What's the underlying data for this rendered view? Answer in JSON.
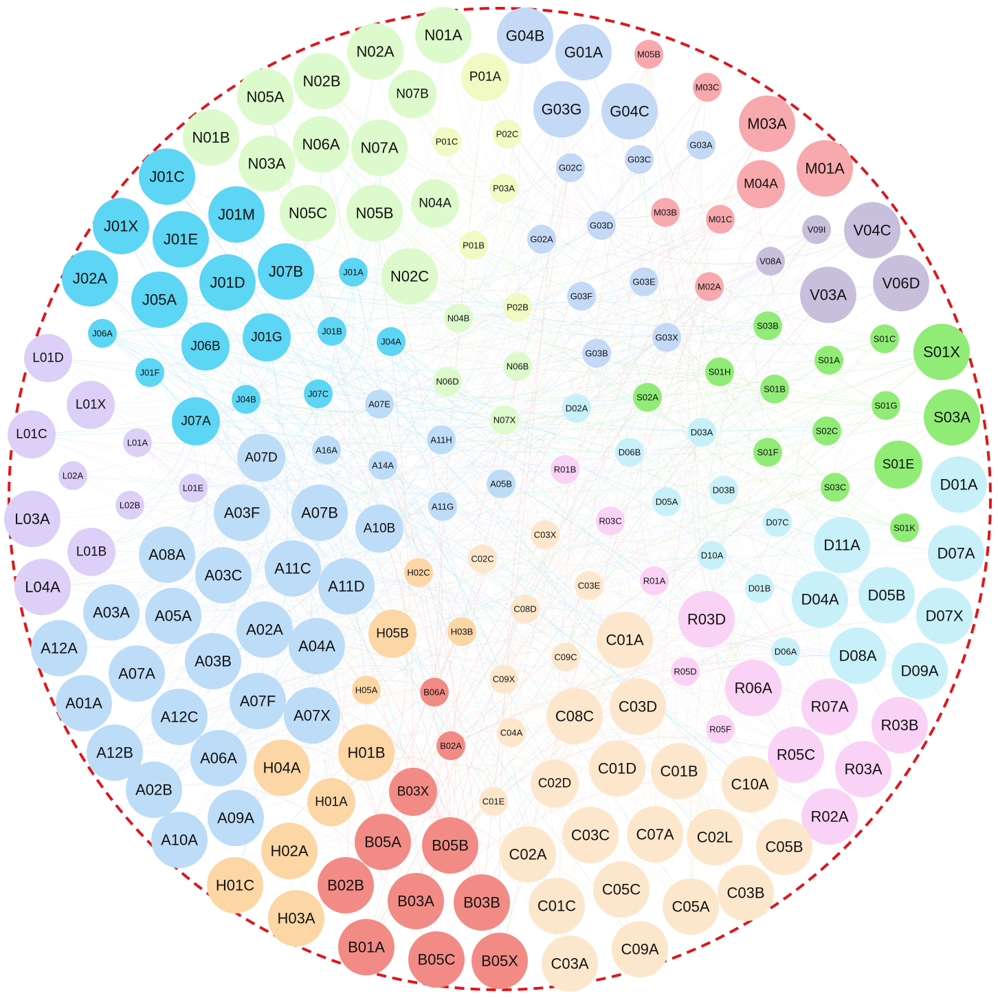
{
  "colors": {
    "J": "#5dd5f4",
    "N": "#dcfacb",
    "P": "#f0fac2",
    "G": "#c3d9f6",
    "M": "#f7a9ad",
    "V": "#c8bfdc",
    "S": "#90ec76",
    "D": "#c8f0f9",
    "L": "#dcd0f8",
    "A": "#bddcf7",
    "H": "#fdd6a6",
    "B": "#f28b85",
    "C": "#fde7cc",
    "R": "#fad2f6",
    "boundary": "#e0151b"
  },
  "nodes": [
    {
      "id": "N01A",
      "g": "N",
      "s": 3
    },
    {
      "id": "G04B",
      "g": "G",
      "s": 3
    },
    {
      "id": "N02A",
      "g": "N",
      "s": 3
    },
    {
      "id": "G01A",
      "g": "G",
      "s": 3
    },
    {
      "id": "M05B",
      "g": "M",
      "s": 1
    },
    {
      "id": "P01A",
      "g": "P",
      "s": 2
    },
    {
      "id": "N02B",
      "g": "N",
      "s": 3
    },
    {
      "id": "N05A",
      "g": "N",
      "s": 3
    },
    {
      "id": "N07B",
      "g": "N",
      "s": 2
    },
    {
      "id": "M03C",
      "g": "M",
      "s": 1
    },
    {
      "id": "G03G",
      "g": "G",
      "s": 3
    },
    {
      "id": "G04C",
      "g": "G",
      "s": 3
    },
    {
      "id": "M03A",
      "g": "M",
      "s": 3
    },
    {
      "id": "N01B",
      "g": "N",
      "s": 3
    },
    {
      "id": "N06A",
      "g": "N",
      "s": 3
    },
    {
      "id": "N07A",
      "g": "N",
      "s": 3
    },
    {
      "id": "P01C",
      "g": "P",
      "s": 1
    },
    {
      "id": "P02C",
      "g": "P",
      "s": 1
    },
    {
      "id": "G03A",
      "g": "G",
      "s": 1
    },
    {
      "id": "N03A",
      "g": "N",
      "s": 3
    },
    {
      "id": "J01C",
      "g": "J",
      "s": 3
    },
    {
      "id": "G02C",
      "g": "G",
      "s": 1
    },
    {
      "id": "G03C",
      "g": "G",
      "s": 1
    },
    {
      "id": "M01A",
      "g": "M",
      "s": 3
    },
    {
      "id": "M04A",
      "g": "M",
      "s": 2
    },
    {
      "id": "P03A",
      "g": "P",
      "s": 1
    },
    {
      "id": "N04A",
      "g": "N",
      "s": 2
    },
    {
      "id": "J01X",
      "g": "J",
      "s": 3
    },
    {
      "id": "J01M",
      "g": "J",
      "s": 3
    },
    {
      "id": "N05C",
      "g": "N",
      "s": 3
    },
    {
      "id": "N05B",
      "g": "N",
      "s": 3
    },
    {
      "id": "M03B",
      "g": "M",
      "s": 1
    },
    {
      "id": "M01C",
      "g": "M",
      "s": 1
    },
    {
      "id": "G03D",
      "g": "G",
      "s": 1
    },
    {
      "id": "V09I",
      "g": "V",
      "s": 1
    },
    {
      "id": "V04C",
      "g": "V",
      "s": 3
    },
    {
      "id": "J01E",
      "g": "J",
      "s": 3
    },
    {
      "id": "G02A",
      "g": "G",
      "s": 1
    },
    {
      "id": "P01B",
      "g": "P",
      "s": 1
    },
    {
      "id": "V08A",
      "g": "V",
      "s": 1
    },
    {
      "id": "J02A",
      "g": "J",
      "s": 3
    },
    {
      "id": "J07B",
      "g": "J",
      "s": 3
    },
    {
      "id": "J01A",
      "g": "J",
      "s": 1
    },
    {
      "id": "N02C",
      "g": "N",
      "s": 3
    },
    {
      "id": "J01D",
      "g": "J",
      "s": 3
    },
    {
      "id": "V03A",
      "g": "V",
      "s": 3
    },
    {
      "id": "V06D",
      "g": "V",
      "s": 3
    },
    {
      "id": "J05A",
      "g": "J",
      "s": 3
    },
    {
      "id": "G03E",
      "g": "G",
      "s": 1
    },
    {
      "id": "M02A",
      "g": "M",
      "s": 1
    },
    {
      "id": "G03F",
      "g": "G",
      "s": 1
    },
    {
      "id": "P02B",
      "g": "P",
      "s": 1
    },
    {
      "id": "N04B",
      "g": "N",
      "s": 1
    },
    {
      "id": "S03B",
      "g": "S",
      "s": 1
    },
    {
      "id": "J06A",
      "g": "J",
      "s": 1
    },
    {
      "id": "J01B",
      "g": "J",
      "s": 1
    },
    {
      "id": "J01G",
      "g": "J",
      "s": 2
    },
    {
      "id": "J06B",
      "g": "J",
      "s": 2
    },
    {
      "id": "J04A",
      "g": "J",
      "s": 1
    },
    {
      "id": "G03X",
      "g": "G",
      "s": 1
    },
    {
      "id": "S01C",
      "g": "S",
      "s": 1
    },
    {
      "id": "S01X",
      "g": "S",
      "s": 3
    },
    {
      "id": "L01D",
      "g": "L",
      "s": 2
    },
    {
      "id": "J01F",
      "g": "J",
      "s": 1
    },
    {
      "id": "G03B",
      "g": "G",
      "s": 1
    },
    {
      "id": "N06B",
      "g": "N",
      "s": 1
    },
    {
      "id": "S01A",
      "g": "S",
      "s": 1
    },
    {
      "id": "S01H",
      "g": "S",
      "s": 1
    },
    {
      "id": "S01B",
      "g": "S",
      "s": 1
    },
    {
      "id": "N06D",
      "g": "N",
      "s": 1
    },
    {
      "id": "J07C",
      "g": "J",
      "s": 1
    },
    {
      "id": "J04B",
      "g": "J",
      "s": 1
    },
    {
      "id": "A07E",
      "g": "A",
      "s": 1
    },
    {
      "id": "S02A",
      "g": "S",
      "s": 1
    },
    {
      "id": "D02A",
      "g": "D",
      "s": 1
    },
    {
      "id": "L01X",
      "g": "L",
      "s": 2
    },
    {
      "id": "S01G",
      "g": "S",
      "s": 1
    },
    {
      "id": "S03A",
      "g": "S",
      "s": 3
    },
    {
      "id": "J07A",
      "g": "J",
      "s": 2
    },
    {
      "id": "L01C",
      "g": "L",
      "s": 2
    },
    {
      "id": "N07X",
      "g": "N",
      "s": 1
    },
    {
      "id": "D03A",
      "g": "D",
      "s": 1
    },
    {
      "id": "S02C",
      "g": "S",
      "s": 1
    },
    {
      "id": "L01A",
      "g": "L",
      "s": 1
    },
    {
      "id": "A11H",
      "g": "A",
      "s": 1
    },
    {
      "id": "A16A",
      "g": "A",
      "s": 1
    },
    {
      "id": "A07D",
      "g": "A",
      "s": 2
    },
    {
      "id": "D06B",
      "g": "D",
      "s": 1
    },
    {
      "id": "S01F",
      "g": "S",
      "s": 1
    },
    {
      "id": "S01E",
      "g": "S",
      "s": 2
    },
    {
      "id": "A14A",
      "g": "A",
      "s": 1
    },
    {
      "id": "R01B",
      "g": "R",
      "s": 1
    },
    {
      "id": "D01A",
      "g": "D",
      "s": 3
    },
    {
      "id": "L02A",
      "g": "L",
      "s": 1
    },
    {
      "id": "L01E",
      "g": "L",
      "s": 1
    },
    {
      "id": "A05B",
      "g": "A",
      "s": 1
    },
    {
      "id": "D05A",
      "g": "D",
      "s": 1
    },
    {
      "id": "D03B",
      "g": "D",
      "s": 1
    },
    {
      "id": "S03C",
      "g": "S",
      "s": 1
    },
    {
      "id": "L02B",
      "g": "L",
      "s": 1
    },
    {
      "id": "A03F",
      "g": "A",
      "s": 3
    },
    {
      "id": "A07B",
      "g": "A",
      "s": 3
    },
    {
      "id": "A11G",
      "g": "A",
      "s": 1
    },
    {
      "id": "L03A",
      "g": "L",
      "s": 3
    },
    {
      "id": "R03C",
      "g": "R",
      "s": 1
    },
    {
      "id": "D07C",
      "g": "D",
      "s": 1
    },
    {
      "id": "A10B",
      "g": "A",
      "s": 2
    },
    {
      "id": "C03X",
      "g": "C",
      "s": 1
    },
    {
      "id": "S01K",
      "g": "S",
      "s": 1
    },
    {
      "id": "D11A",
      "g": "D",
      "s": 3
    },
    {
      "id": "D07A",
      "g": "D",
      "s": 3
    },
    {
      "id": "L01B",
      "g": "L",
      "s": 2
    },
    {
      "id": "A08A",
      "g": "A",
      "s": 3
    },
    {
      "id": "D10A",
      "g": "D",
      "s": 1
    },
    {
      "id": "C02C",
      "g": "C",
      "s": 1
    },
    {
      "id": "A03C",
      "g": "A",
      "s": 3
    },
    {
      "id": "A11C",
      "g": "A",
      "s": 3
    },
    {
      "id": "H02C",
      "g": "H",
      "s": 1
    },
    {
      "id": "R01A",
      "g": "R",
      "s": 1
    },
    {
      "id": "C03E",
      "g": "C",
      "s": 1
    },
    {
      "id": "L04A",
      "g": "L",
      "s": 3
    },
    {
      "id": "A11D",
      "g": "A",
      "s": 3
    },
    {
      "id": "D01B",
      "g": "D",
      "s": 1
    },
    {
      "id": "D04A",
      "g": "D",
      "s": 3
    },
    {
      "id": "D05B",
      "g": "D",
      "s": 3
    },
    {
      "id": "C08D",
      "g": "C",
      "s": 1
    },
    {
      "id": "A03A",
      "g": "A",
      "s": 3
    },
    {
      "id": "D07X",
      "g": "D",
      "s": 3
    },
    {
      "id": "A05A",
      "g": "A",
      "s": 3
    },
    {
      "id": "H05B",
      "g": "H",
      "s": 2
    },
    {
      "id": "H03B",
      "g": "H",
      "s": 1
    },
    {
      "id": "R03D",
      "g": "R",
      "s": 3
    },
    {
      "id": "A02A",
      "g": "A",
      "s": 3
    },
    {
      "id": "C01A",
      "g": "C",
      "s": 3
    },
    {
      "id": "A12A",
      "g": "A",
      "s": 3
    },
    {
      "id": "A04A",
      "g": "A",
      "s": 3
    },
    {
      "id": "D06A",
      "g": "D",
      "s": 1
    },
    {
      "id": "D08A",
      "g": "D",
      "s": 3
    },
    {
      "id": "A03B",
      "g": "A",
      "s": 3
    },
    {
      "id": "C09C",
      "g": "C",
      "s": 1
    },
    {
      "id": "A07A",
      "g": "A",
      "s": 3
    },
    {
      "id": "R05D",
      "g": "R",
      "s": 1
    },
    {
      "id": "D09A",
      "g": "D",
      "s": 3
    },
    {
      "id": "C09X",
      "g": "C",
      "s": 1
    },
    {
      "id": "H05A",
      "g": "H",
      "s": 1
    },
    {
      "id": "B06A",
      "g": "B",
      "s": 1
    },
    {
      "id": "R06A",
      "g": "R",
      "s": 3
    },
    {
      "id": "A01A",
      "g": "A",
      "s": 3
    },
    {
      "id": "A07F",
      "g": "A",
      "s": 3
    },
    {
      "id": "C03D",
      "g": "C",
      "s": 3
    },
    {
      "id": "R07A",
      "g": "R",
      "s": 3
    },
    {
      "id": "A12C",
      "g": "A",
      "s": 3
    },
    {
      "id": "A07X",
      "g": "A",
      "s": 3
    },
    {
      "id": "C08C",
      "g": "C",
      "s": 3
    },
    {
      "id": "R03B",
      "g": "R",
      "s": 3
    },
    {
      "id": "R05F",
      "g": "R",
      "s": 1
    },
    {
      "id": "C04A",
      "g": "C",
      "s": 1
    },
    {
      "id": "H01B",
      "g": "H",
      "s": 3
    },
    {
      "id": "B02A",
      "g": "B",
      "s": 1
    },
    {
      "id": "A12B",
      "g": "A",
      "s": 3
    },
    {
      "id": "R05C",
      "g": "R",
      "s": 3
    },
    {
      "id": "A06A",
      "g": "A",
      "s": 3
    },
    {
      "id": "H04A",
      "g": "H",
      "s": 3
    },
    {
      "id": "R03A",
      "g": "R",
      "s": 3
    },
    {
      "id": "C01D",
      "g": "C",
      "s": 3
    },
    {
      "id": "C01B",
      "g": "C",
      "s": 3
    },
    {
      "id": "C10A",
      "g": "C",
      "s": 3
    },
    {
      "id": "A02B",
      "g": "A",
      "s": 3
    },
    {
      "id": "B03X",
      "g": "B",
      "s": 2
    },
    {
      "id": "C02D",
      "g": "C",
      "s": 2
    },
    {
      "id": "H01A",
      "g": "H",
      "s": 2
    },
    {
      "id": "C01E",
      "g": "C",
      "s": 1
    },
    {
      "id": "R02A",
      "g": "R",
      "s": 3
    },
    {
      "id": "A09A",
      "g": "A",
      "s": 3
    },
    {
      "id": "C03C",
      "g": "C",
      "s": 3
    },
    {
      "id": "C07A",
      "g": "C",
      "s": 3
    },
    {
      "id": "C02L",
      "g": "C",
      "s": 3
    },
    {
      "id": "B05A",
      "g": "B",
      "s": 3
    },
    {
      "id": "B05B",
      "g": "B",
      "s": 3
    },
    {
      "id": "A10A",
      "g": "A",
      "s": 3
    },
    {
      "id": "C05B",
      "g": "C",
      "s": 3
    },
    {
      "id": "H02A",
      "g": "H",
      "s": 3
    },
    {
      "id": "C02A",
      "g": "C",
      "s": 3
    },
    {
      "id": "C05C",
      "g": "C",
      "s": 3
    },
    {
      "id": "H01C",
      "g": "H",
      "s": 3
    },
    {
      "id": "B02B",
      "g": "B",
      "s": 3
    },
    {
      "id": "B03A",
      "g": "B",
      "s": 3
    },
    {
      "id": "B03B",
      "g": "B",
      "s": 3
    },
    {
      "id": "C01C",
      "g": "C",
      "s": 3
    },
    {
      "id": "C05A",
      "g": "C",
      "s": 3
    },
    {
      "id": "C03B",
      "g": "C",
      "s": 3
    },
    {
      "id": "H03A",
      "g": "H",
      "s": 3
    },
    {
      "id": "B01A",
      "g": "B",
      "s": 3
    },
    {
      "id": "C09A",
      "g": "C",
      "s": 3
    },
    {
      "id": "B05C",
      "g": "B",
      "s": 3
    },
    {
      "id": "B05X",
      "g": "B",
      "s": 3
    },
    {
      "id": "C03A",
      "g": "C",
      "s": 3
    }
  ]
}
